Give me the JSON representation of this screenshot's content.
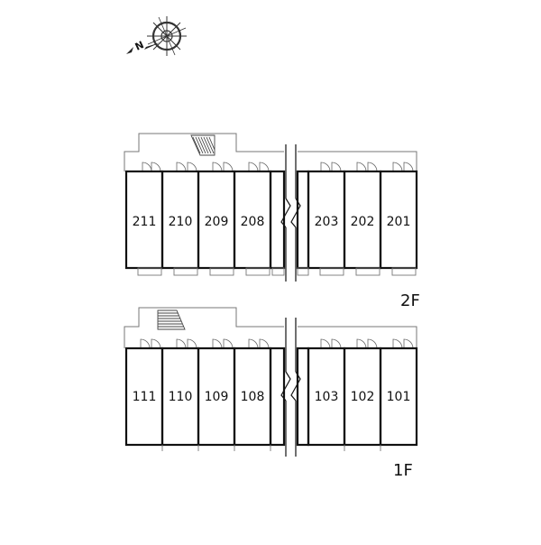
{
  "compass": {
    "label": "N"
  },
  "floors": [
    {
      "label": "2F",
      "units_left": [
        "211",
        "210",
        "209",
        "208"
      ],
      "units_right": [
        "203",
        "202",
        "201"
      ]
    },
    {
      "label": "1F",
      "units_left": [
        "111",
        "110",
        "109",
        "108"
      ],
      "units_right": [
        "103",
        "102",
        "101"
      ]
    }
  ]
}
